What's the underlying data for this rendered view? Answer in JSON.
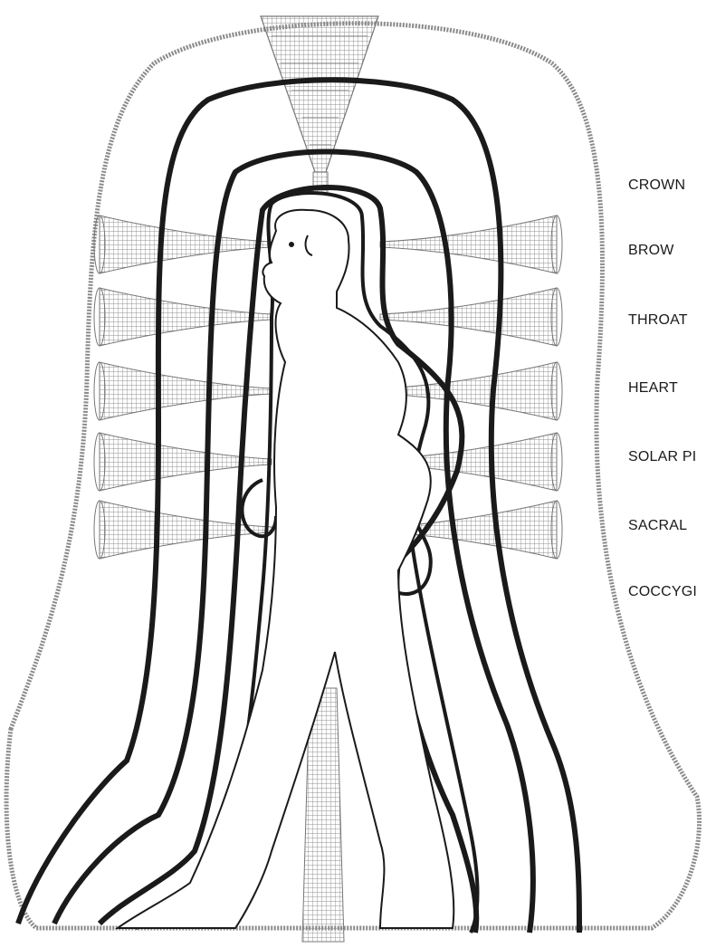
{
  "labels": {
    "crown": "CROWN",
    "brow": "BROW",
    "throat": "THROAT",
    "heart": "HEART",
    "solar": "SOLAR PI",
    "sacral": "SACRAL",
    "coccyx": "COCCYGI"
  },
  "colors": {
    "ink": "#1a1a1a",
    "halo": "#8a8a8a",
    "vortex": "#9a9a9a"
  }
}
